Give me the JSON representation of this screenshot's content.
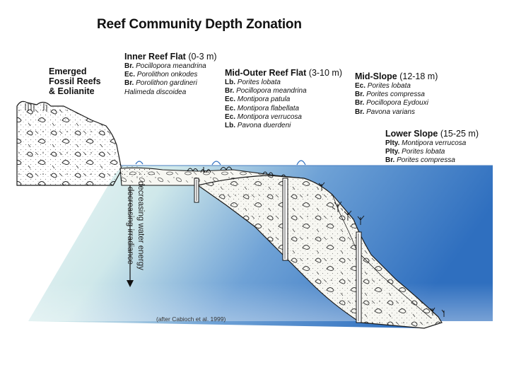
{
  "title": "Reef Community Depth Zonation",
  "emerged": "Emerged\nFossil Reefs\n& Eolianite",
  "zones": [
    {
      "name": "Inner Reef Flat",
      "range": "(0-3 m)",
      "species": [
        {
          "abbr": "Br.",
          "name": "Pocillopora meandrina"
        },
        {
          "abbr": "Ec.",
          "name": "Porolithon onkodes"
        },
        {
          "abbr": "Br.",
          "name": "Porolithon gardineri"
        },
        {
          "abbr": "",
          "name": "Halimeda discoidea"
        }
      ]
    },
    {
      "name": "Mid-Outer Reef Flat",
      "range": "(3-10 m)",
      "species": [
        {
          "abbr": "Lb.",
          "name": "Porites lobata"
        },
        {
          "abbr": "Br.",
          "name": "Pocillopora meandrina"
        },
        {
          "abbr": "Ec.",
          "name": "Montipora patula"
        },
        {
          "abbr": "Ec.",
          "name": "Montipora flabellata"
        },
        {
          "abbr": "Ec.",
          "name": "Montipora verrucosa"
        },
        {
          "abbr": "Lb.",
          "name": "Pavona duerdeni"
        }
      ]
    },
    {
      "name": "Mid-Slope",
      "range": "(12-18 m)",
      "species": [
        {
          "abbr": "Ec.",
          "name": "Porites lobata"
        },
        {
          "abbr": "Br.",
          "name": "Porites compressa"
        },
        {
          "abbr": "Br.",
          "name": "Pocillopora Eydouxi"
        },
        {
          "abbr": "Br.",
          "name": "Pavona varians"
        }
      ]
    },
    {
      "name": "Lower Slope",
      "range": "(15-25 m)",
      "species": [
        {
          "abbr": "Plty.",
          "name": "Montipora verrucosa"
        },
        {
          "abbr": "Plty.",
          "name": "Porites lobata"
        },
        {
          "abbr": "Br.",
          "name": "Porites compressa"
        }
      ]
    }
  ],
  "gradient_labels": {
    "energy": "decreasing water energy",
    "irradiance": "decreasing irradiance"
  },
  "credit": "(after Cabioch et al. 1999)",
  "colors": {
    "water_deep": "#2f6fbf",
    "water_shallow": "#e9f5f3",
    "reef_outline": "#1a1a1a",
    "text": "#111111"
  }
}
